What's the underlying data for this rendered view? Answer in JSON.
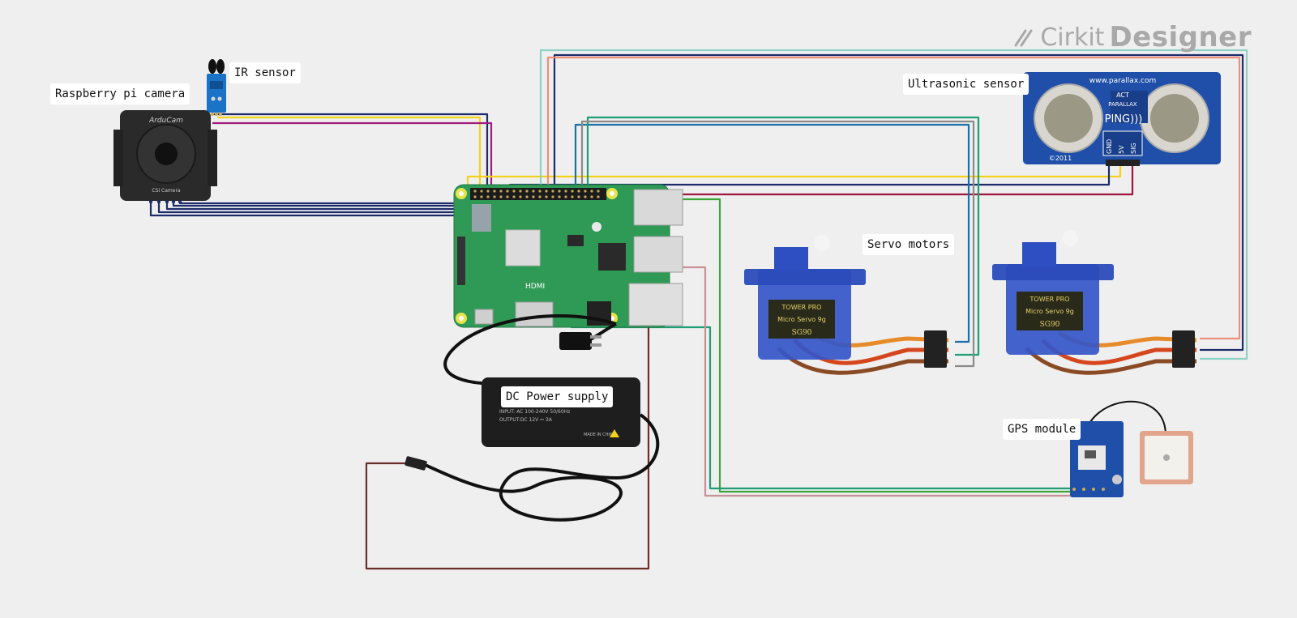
{
  "app": {
    "brand": "Cirkit",
    "product": "Designer"
  },
  "labels": {
    "camera": "Raspberry pi camera",
    "ir_sensor": "IR sensor",
    "ultrasonic": "Ultrasonic sensor",
    "servo": "Servo motors",
    "power_supply": "DC Power supply",
    "gps": "GPS module"
  },
  "component_text": {
    "camera_brand": "ArduCam",
    "camera_interface": "CSI Camera",
    "ultrasonic_url": "www.parallax.com",
    "ultrasonic_model": "PING)))",
    "ultrasonic_brand": "PARALLAX",
    "ultrasonic_act": "ACT",
    "ultrasonic_year": "©2011",
    "ultrasonic_pins": [
      "GND",
      "5V",
      "SIG"
    ],
    "servo_brand": "TOWER PRO",
    "servo_model": "Micro Servo 9g",
    "servo_part": "SG90",
    "psu_output": "OUTPUT:DC 12V ⎓ 3A",
    "psu_input": "INPUT: AC 100-240V 50/60Hz",
    "psu_made": "MADE IN CHINA",
    "pi_hdmi": "HDMI"
  },
  "colors": {
    "background": "#efefef",
    "pi_board": "#2f9a55",
    "wire_yellow": "#f2d21b",
    "wire_magenta": "#a01a7d",
    "wire_navy": "#1d2b6b",
    "wire_blue": "#1c6fa8",
    "wire_teal": "#1e9e74",
    "wire_salmon": "#ee8f7c",
    "wire_mint": "#8ed1c6",
    "wire_crimson": "#a0153e",
    "wire_green": "#3aa63a",
    "wire_rose": "#c99098",
    "wire_brown": "#6b2f2a"
  }
}
